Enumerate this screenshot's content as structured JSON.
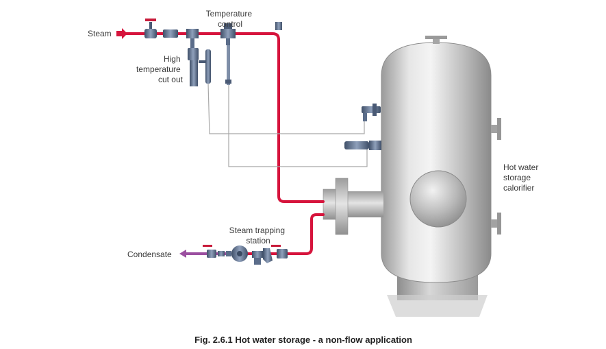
{
  "labels": {
    "steam": "Steam",
    "temperature_control": [
      "Temperature",
      "control"
    ],
    "high_temperature_cut_out": [
      "High",
      "temperature",
      "cut out"
    ],
    "hot_water_storage_calorifier": [
      "Hot water",
      "storage",
      "calorifier"
    ],
    "steam_trapping_station": [
      "Steam trapping",
      "station"
    ],
    "condensate": "Condensate"
  },
  "caption": "Fig. 2.6.1 Hot water storage - a non-flow application",
  "colors": {
    "steam_pipe": "#d6143c",
    "condensate_pipe": "#9b4fa0",
    "vessel": "#b8b8b8",
    "control_device": "#5a6f8c",
    "capillary": "#a8a8a8"
  }
}
